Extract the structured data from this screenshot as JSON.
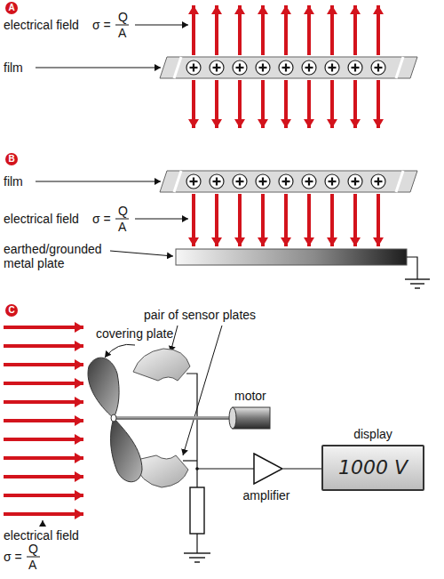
{
  "diagram": {
    "nodes": [
      {
        "text": [
          "amplifier"
        ]
      },
      {
        "text": [
          "display",
          "1000 V"
        ]
      }
    ],
    "edges": [
      {
        "from": 0,
        "to": 1,
        "arrow": "none"
      }
    ],
    "labels": [
      "A",
      "electrical field",
      "σ =",
      "Q",
      "A",
      "film",
      "B",
      "film",
      "electrical field",
      "σ =",
      "Q",
      "A",
      "earthed/grounded metal plate",
      "C",
      "covering plate",
      "pair of sensor plates",
      "motor",
      "electrical field",
      "σ =",
      "Q",
      "A"
    ]
  }
}
